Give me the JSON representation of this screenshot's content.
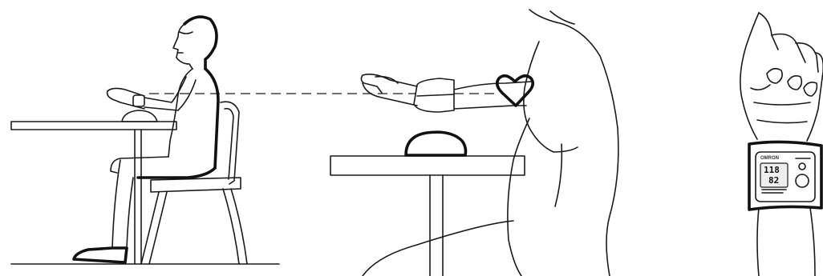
{
  "device": {
    "brand": "OMRON",
    "systolic": "118",
    "diastolic": "82"
  },
  "colors": {
    "line": "#1a1a1a",
    "background": "#ffffff",
    "lcd": "#eeeeee"
  },
  "icons": [
    "heart-icon",
    "wrist-monitor-icon"
  ]
}
